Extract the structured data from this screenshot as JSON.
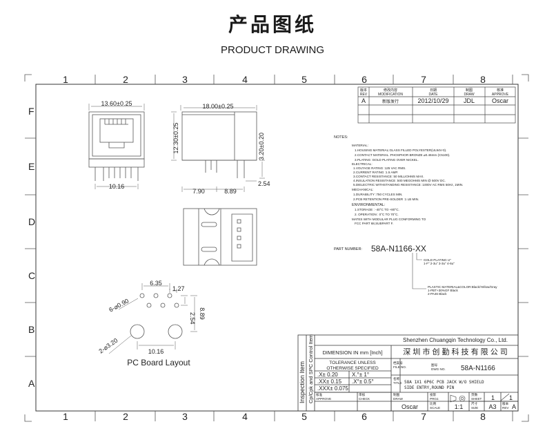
{
  "title_cn": "产品图纸",
  "title_en": "PRODUCT DRAWING",
  "grid": {
    "columns": [
      "1",
      "2",
      "3",
      "4",
      "5",
      "6",
      "7",
      "8"
    ],
    "rows": [
      "F",
      "E",
      "D",
      "C",
      "B",
      "A"
    ]
  },
  "revision": {
    "headers": {
      "rev_cn": "版本",
      "rev": "REV",
      "mod_cn": "修改内容",
      "mod": "MODIFICATION",
      "date_cn": "日期",
      "date": "DATE",
      "draw_cn": "制图",
      "draw": "DRAW",
      "approve_cn": "核准",
      "approve": "APPROVE"
    },
    "row": {
      "rev": "A",
      "modification": "新版发行",
      "date": "2012/10/29",
      "draw": "JDL",
      "approve": "Oscar"
    }
  },
  "dims": {
    "front_width": "13.60±0.25",
    "front_pin_span": "10.16",
    "side_length": "18.00±0.25",
    "side_height": "12.30±0.25",
    "side_pin_len": "3.20±0.20",
    "side_a": "7.90",
    "side_b": "8.89",
    "side_c": "2.54",
    "pcb_635": "6.35",
    "pcb_127": "1.27",
    "pcb_holes_small": "6-⌀0.90",
    "pcb_254": "2.54",
    "pcb_889": "8.89",
    "pcb_holes_big": "2-⌀3.20",
    "pcb_1016": "10.16"
  },
  "pcb_label": "PC Board Layout",
  "notes": [
    "NOTES:",
    "MATERIAL:",
    "1.HOUSING MATERIAL:GLASS FILLED POLYESTER(UL94V-0).",
    "2.CONTACT MATERIAL :PHOSPHOR BRONZE ⌀0.46mm (C5100).",
    "3.PLATING :GOLD PLATING OVER NICKEL.",
    "ELECTRICAL:",
    "1.VOLTAGE RATING :125 VAC RMS.",
    "2.CURRENT RATING :1.5 AMP.",
    "3.CONTACT RESISTANCE :50 MILLIOHMS MAX.",
    "4.INSULATION RESISTANCE :500 MEGOHMS MIN @ 500V DC.",
    "5.DIELECTRIC WITHSTANDING RESISTANCE :1000V AC RMS 50Hz, 1MIN.",
    "MECHANICAL:",
    "1.DURABILITY :750 CYCLES MIN.",
    "2.PCB RETENTION PRE-SOLDER :1 LB MIN.",
    "ENVIRONMENTAL:",
    "1.STORAGE : -40°C TO +80°C.",
    "2. OPERATION : 0°C TO 70°C.",
    "MATES WITH MODULAR PLUG CONFORMING TO",
    "FCC PART 68,SUBPART F."
  ],
  "part": {
    "label": "PART NUMBER:",
    "number": "58A-N1166-XX",
    "gold_line1": "GOLD PLATING  U\"",
    "gold_line2": "1-F\"  2-3u\"  3-3u\"  4-6u\"",
    "plastic_line1": "PLASTIC MATERIAL&COLOR:Black/Yellow/Gray",
    "plastic_line2": "1-PBT+30%GF Black",
    "plastic_line3": "2-PA46 Black"
  },
  "title_block": {
    "company_en": "Shenzhen Chuangqin Technology Co., Ltd.",
    "company_cn": "深 圳 市 创 勤 科 技 有 限 公 司",
    "side_label": "Inspection Item",
    "side_label2": "Cp/Cpk and SPC Control Item",
    "dimension": "DIMENSION IN mm [Inch]",
    "tol1": "TOLERANCE UNLESS",
    "tol2": "OTHERWISE SPECIFIED",
    "tol_x": ".X± 0.20",
    "tol_deg1": "X.°± 1°",
    "tol_xx": ".XX± 0.15",
    "tol_deg2": ".X°± 0.5°",
    "tol_xxx": ".XXX± 0.075",
    "file_cn": "档案号",
    "file": "FILE NO.",
    "dwg_cn": "图号",
    "dwg": "DWG NO.",
    "dwg_no": "58A-N1166",
    "name_cn": "名称",
    "title_lbl": "TITLE",
    "title1": "58A 1X1 6P6C PCB JACK W/O SHIELD",
    "title2": "SIDE ENTRY,ROUND PIN",
    "approve_cn": "核准",
    "approve": "APPROVE",
    "check_cn": "审核",
    "check": "CHECK",
    "draw_cn": "制图",
    "draw": "DRAW",
    "draw_name": "Oscar",
    "proj_cn": "投影",
    "proj": "PROJ.",
    "scale_cn": "比例",
    "scale": "SCALE",
    "scale_val": "1:1",
    "size_cn": "尺寸",
    "size": "SIZE",
    "size_val": "A3",
    "sheet_cn": "页数",
    "sheet": "SHEET",
    "sheet_val": "1",
    "sheet_total": "1",
    "rev_cn": "版本",
    "rev": "REV",
    "rev_val": "A"
  }
}
